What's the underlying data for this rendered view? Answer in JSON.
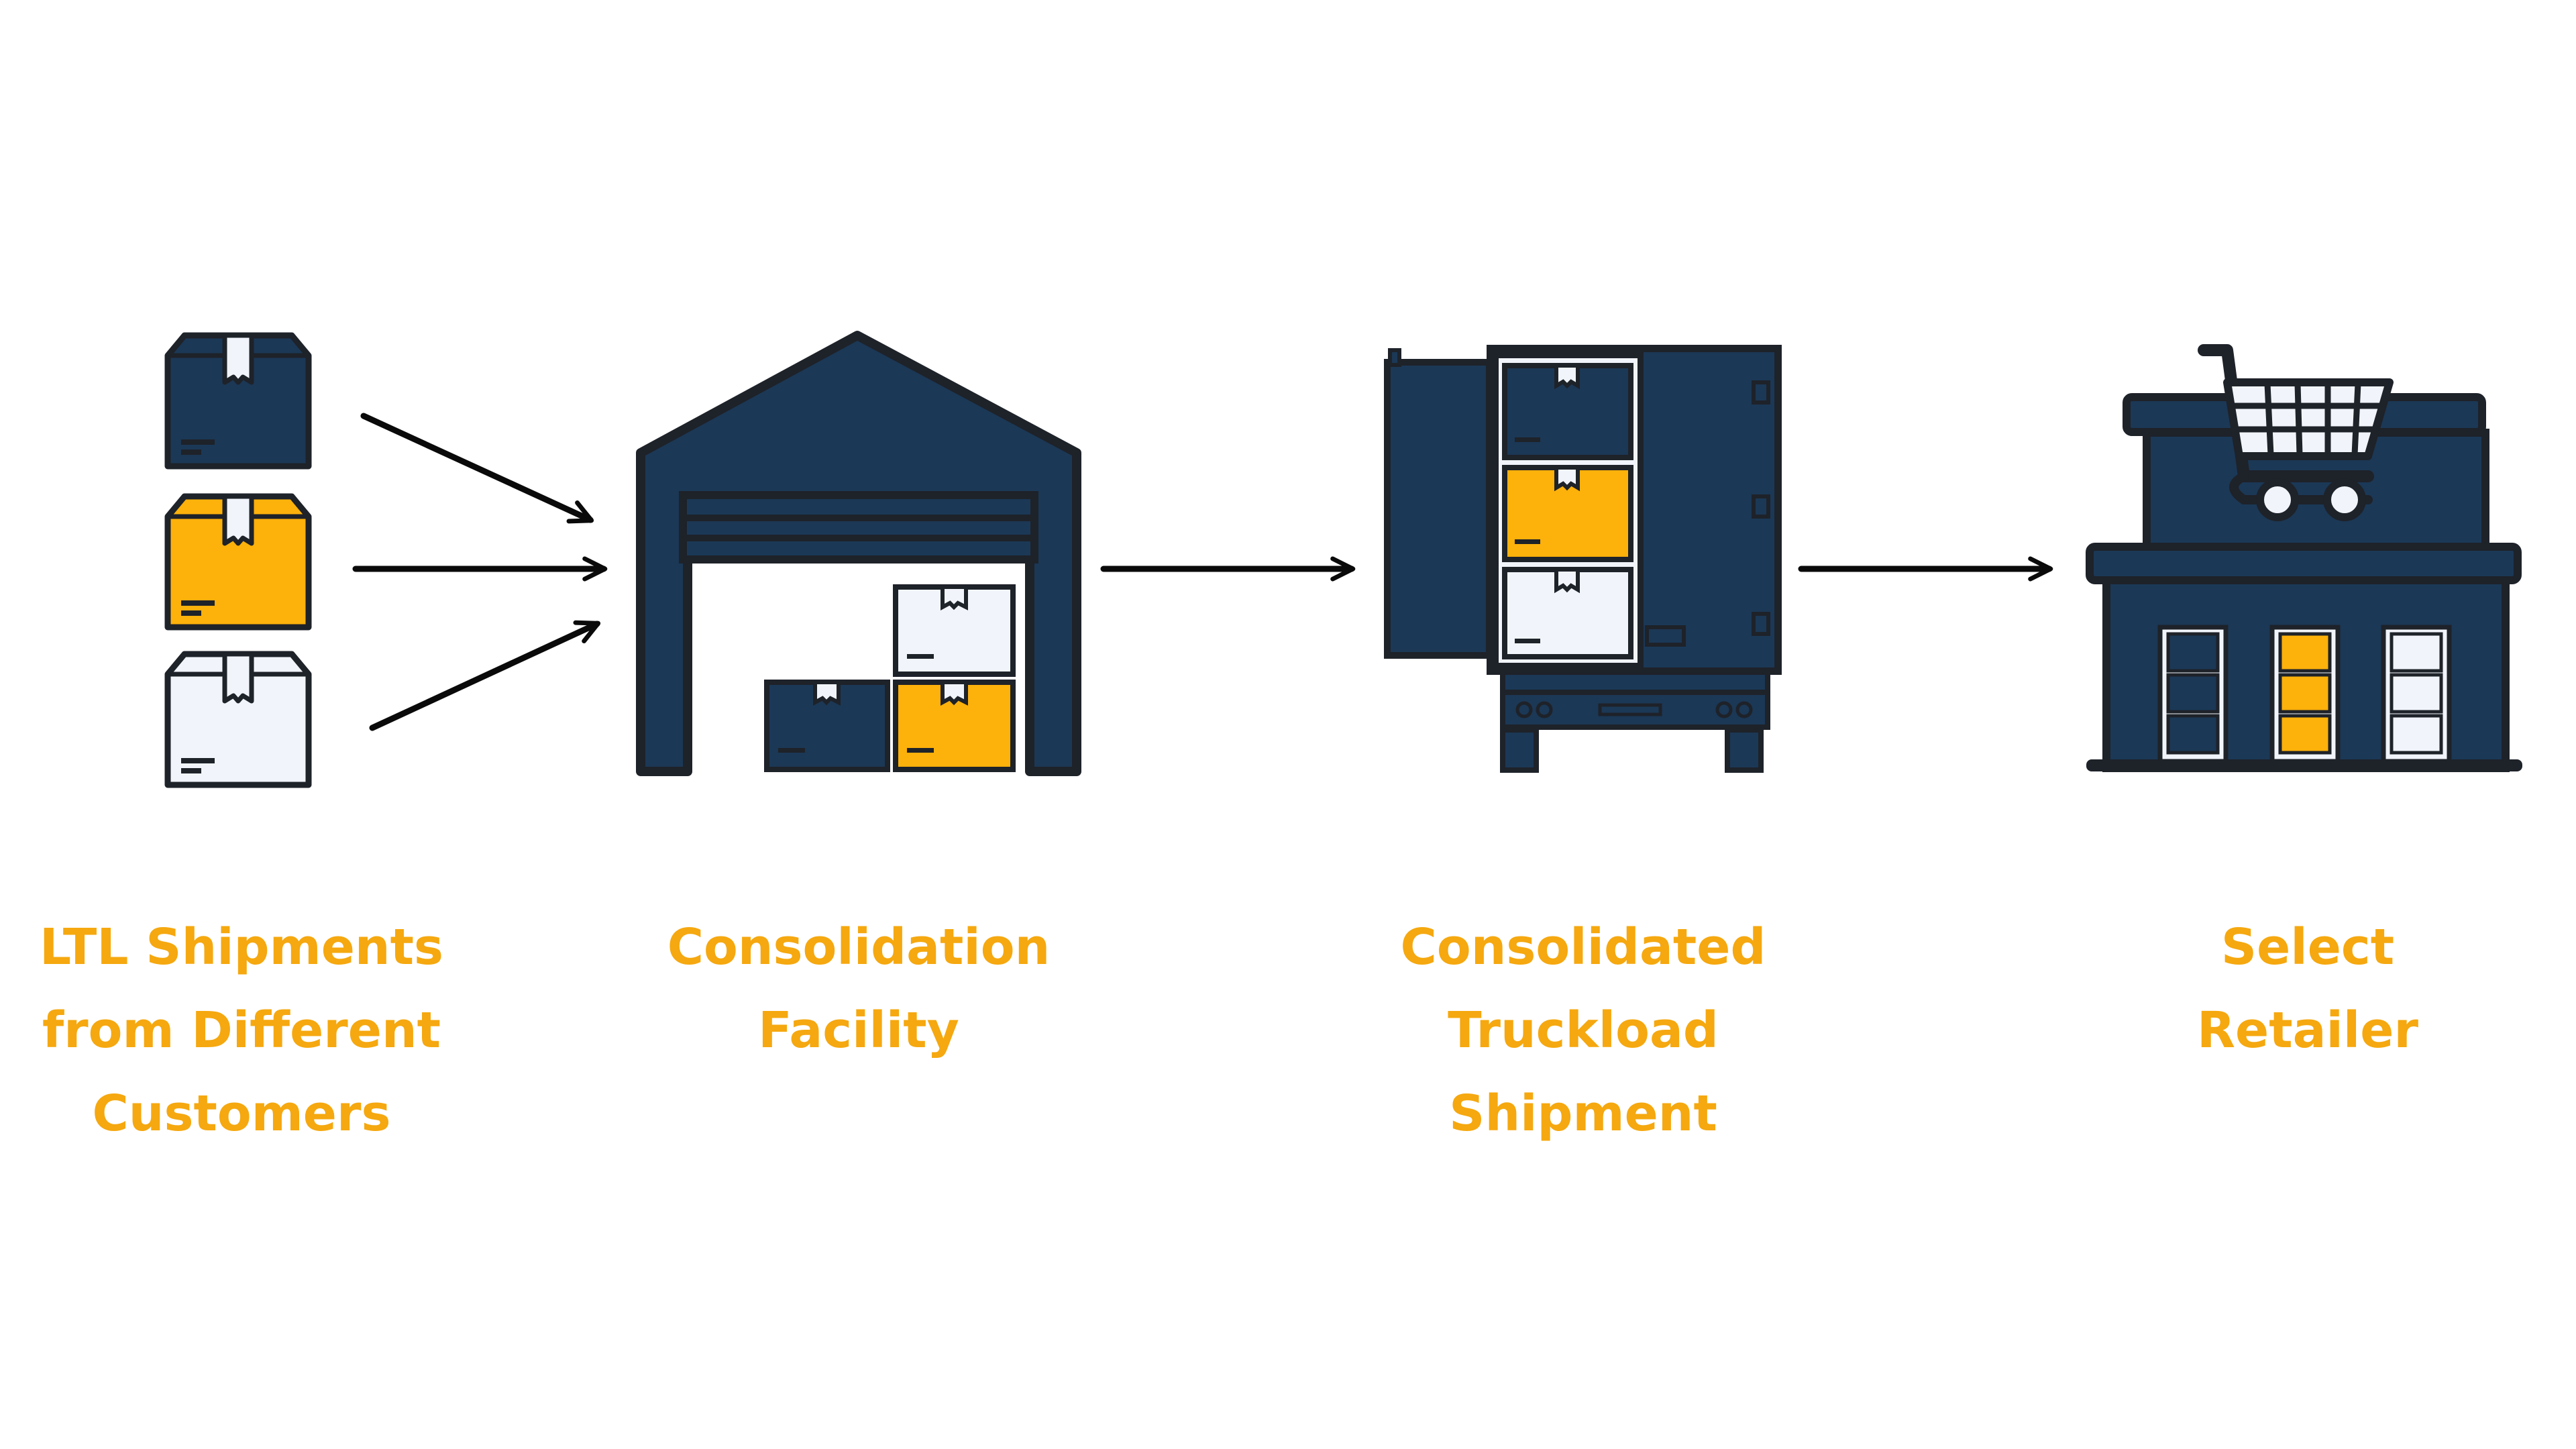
{
  "colors": {
    "navy": "#1b3856",
    "orange": "#fdb10b",
    "white_box": "#f1f5fb",
    "outline": "#1e2229",
    "arrow": "#0a0a0a",
    "caption": "#f5a80f",
    "background": "#ffffff"
  },
  "icons": [
    "box-icon",
    "warehouse-icon",
    "truck-icon",
    "store-icon",
    "shopping-cart-icon",
    "arrow-icon"
  ],
  "steps": [
    {
      "icon": "box-icon",
      "lines": [
        "LTL Shipments",
        "from Different",
        "Customers"
      ]
    },
    {
      "icon": "warehouse-icon",
      "lines": [
        "Consolidation",
        "Facility"
      ]
    },
    {
      "icon": "truck-icon",
      "lines": [
        "Consolidated",
        "Truckload",
        "Shipment"
      ]
    },
    {
      "icon": "store-icon",
      "lines": [
        "Select",
        "Retailer"
      ]
    }
  ]
}
